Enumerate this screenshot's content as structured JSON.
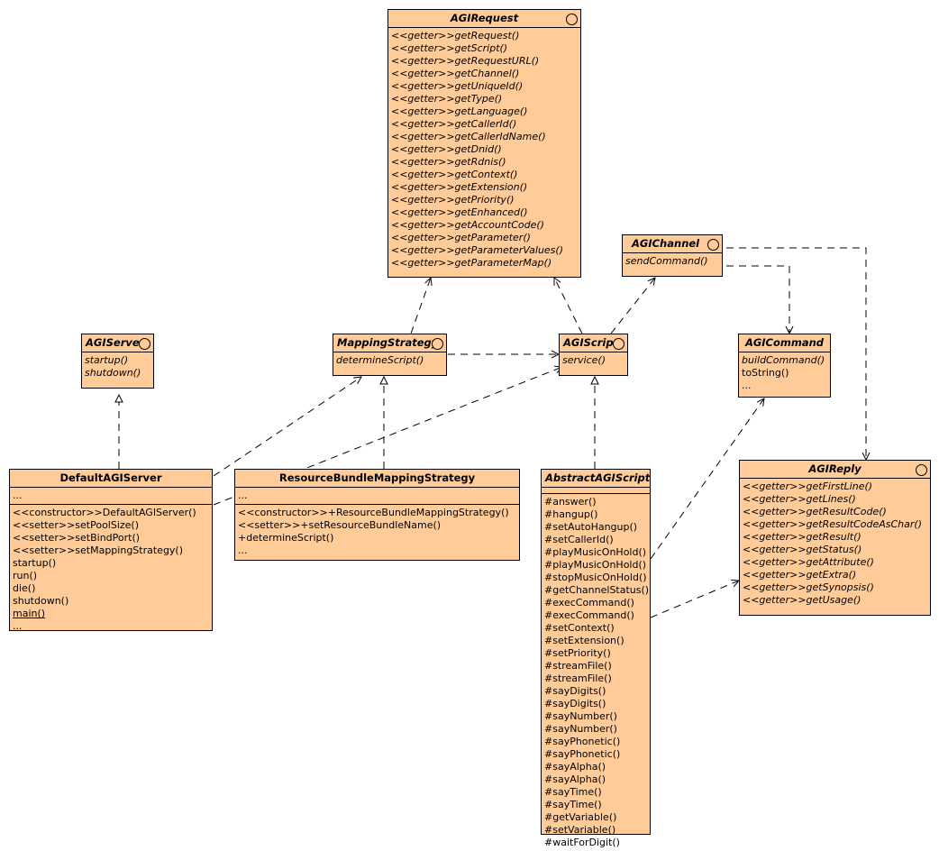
{
  "classes": {
    "agirequest": {
      "name": "AGIRequest",
      "ops": [
        "<<getter>>getRequest()",
        "<<getter>>getScript()",
        "<<getter>>getRequestURL()",
        "<<getter>>getChannel()",
        "<<getter>>getUniqueId()",
        "<<getter>>getType()",
        "<<getter>>getLanguage()",
        "<<getter>>getCallerId()",
        "<<getter>>getCallerIdName()",
        "<<getter>>getDnid()",
        "<<getter>>getRdnis()",
        "<<getter>>getContext()",
        "<<getter>>getExtension()",
        "<<getter>>getPriority()",
        "<<getter>>getEnhanced()",
        "<<getter>>getAccountCode()",
        "<<getter>>getParameter()",
        "<<getter>>getParameterValues()",
        "<<getter>>getParameterMap()"
      ]
    },
    "agichannel": {
      "name": "AGIChannel",
      "ops": [
        "sendCommand()"
      ]
    },
    "agiserver": {
      "name": "AGIServer",
      "ops": [
        "startup()",
        "shutdown()"
      ]
    },
    "mappingstrategy": {
      "name": "MappingStrategy",
      "ops": [
        "determineScript()"
      ]
    },
    "agiscript": {
      "name": "AGIScript",
      "ops": [
        "service()"
      ]
    },
    "agicommand": {
      "name": "AGICommand",
      "ops": [
        "buildCommand()",
        "toString()",
        "..."
      ]
    },
    "defaultagiserver": {
      "name": "DefaultAGIServer",
      "attrs": [
        "..."
      ],
      "ops": [
        "<<constructor>>DefaultAGIServer()",
        "<<setter>>setPoolSize()",
        "<<setter>>setBindPort()",
        "<<setter>>setMappingStrategy()",
        "startup()",
        "run()",
        "die()",
        "shutdown()",
        "main()",
        "..."
      ]
    },
    "resourcebundle": {
      "name": "ResourceBundleMappingStrategy",
      "attrs": [
        "..."
      ],
      "ops": [
        "<<constructor>>+ResourceBundleMappingStrategy()",
        "<<setter>>+setResourceBundleName()",
        "+determineScript()",
        "..."
      ]
    },
    "abstractagiscript": {
      "name": "AbstractAGIScript",
      "ops": [
        "#answer()",
        "#hangup()",
        "#setAutoHangup()",
        "#setCallerId()",
        "#playMusicOnHold()",
        "#playMusicOnHold()",
        "#stopMusicOnHold()",
        "#getChannelStatus()",
        "#execCommand()",
        "#execCommand()",
        "#setContext()",
        "#setExtension()",
        "#setPriority()",
        "#streamFile()",
        "#streamFile()",
        "#sayDigits()",
        "#sayDigits()",
        "#sayNumber()",
        "#sayNumber()",
        "#sayPhonetic()",
        "#sayPhonetic()",
        "#sayAlpha()",
        "#sayAlpha()",
        "#sayTime()",
        "#sayTime()",
        "#getVariable()",
        "#setVariable()",
        "#waitForDigit()"
      ]
    },
    "agireply": {
      "name": "AGIReply",
      "ops": [
        "<<getter>>getFirstLine()",
        "<<getter>>getLines()",
        "<<getter>>getResultCode()",
        "<<getter>>getResultCodeAsChar()",
        "<<getter>>getResult()",
        "<<getter>>getStatus()",
        "<<getter>>getAttribute()",
        "<<getter>>getExtra()",
        "<<getter>>getSynopsis()",
        "<<getter>>getUsage()"
      ]
    }
  },
  "colors": {
    "fill": "#ffcc99",
    "line": "#000000"
  }
}
